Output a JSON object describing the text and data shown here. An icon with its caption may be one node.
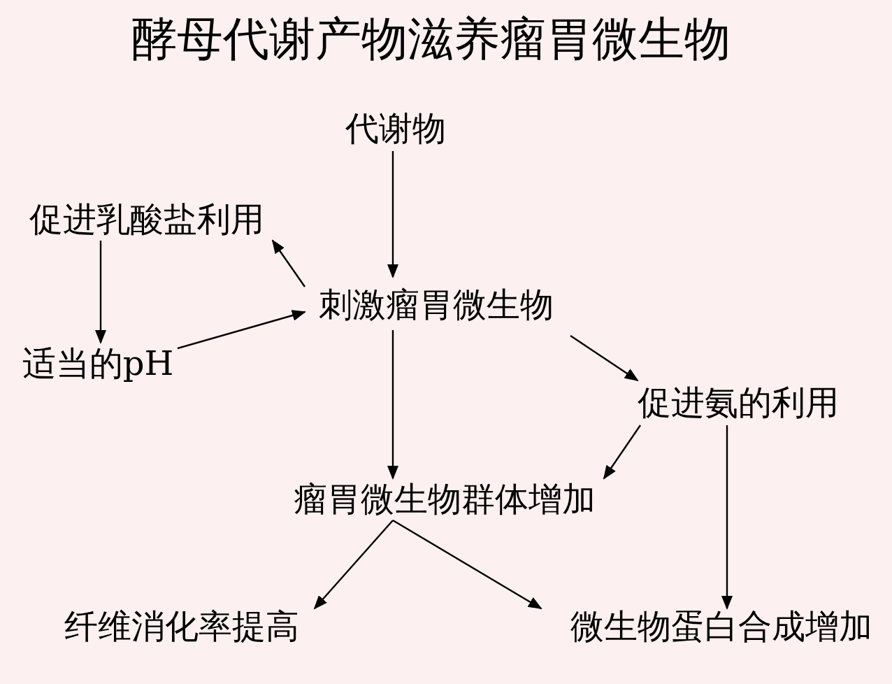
{
  "diagram": {
    "title": "酵母代谢产物滋养瘤胃微生物",
    "nodes": [
      {
        "text": [
          "代谢物"
        ]
      },
      {
        "text": [
          "促进乳酸盐利用"
        ]
      },
      {
        "text": [
          "刺激瘤胃微生物"
        ]
      },
      {
        "text": [
          "适当的pH"
        ]
      },
      {
        "text": [
          "促进氨的利用"
        ]
      },
      {
        "text": [
          "瘤胃微生物群体增加"
        ]
      },
      {
        "text": [
          "纤维消化率提高"
        ]
      },
      {
        "text": [
          "微生物蛋白合成增加"
        ]
      }
    ],
    "edges": [
      {
        "from": 0,
        "to": 2,
        "arrow": "to"
      },
      {
        "from": 2,
        "to": 1,
        "arrow": "to"
      },
      {
        "from": 1,
        "to": 3,
        "arrow": "to"
      },
      {
        "from": 3,
        "to": 2,
        "arrow": "to"
      },
      {
        "from": 2,
        "to": 4,
        "arrow": "to"
      },
      {
        "from": 2,
        "to": 5,
        "arrow": "to"
      },
      {
        "from": 4,
        "to": 5,
        "arrow": "to"
      },
      {
        "from": 5,
        "to": 6,
        "arrow": "to"
      },
      {
        "from": 5,
        "to": 7,
        "arrow": "to"
      },
      {
        "from": 4,
        "to": 7,
        "arrow": "to"
      }
    ]
  }
}
